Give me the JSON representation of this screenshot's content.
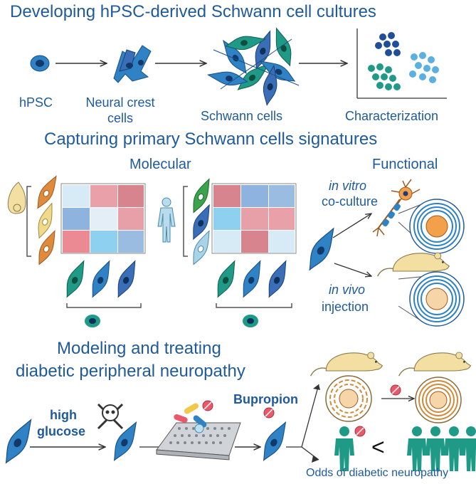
{
  "section1": {
    "title": "Developing hPSC-derived Schwann cell cultures",
    "steps": [
      "hPSC",
      "Neural crest",
      "cells",
      "Schwann cells",
      "Characterization"
    ]
  },
  "section2": {
    "title": "Capturing primary Schwann cells signatures",
    "molecular_label": "Molecular",
    "functional_label": "Functional",
    "in_vitro_label": "in vitro",
    "coculture_label": "co-culture",
    "in_vivo_label": "in vivo",
    "injection_label": "injection"
  },
  "section3": {
    "title_line1": "Modeling and treating",
    "title_line2": "diabetic peripheral neuropathy",
    "high_label": "high",
    "glucose_label": "glucose",
    "drug_label": "Bupropion",
    "comparison_symbol": "<",
    "odds_label": "Odds of diabetic neuropathy"
  },
  "colors": {
    "text_blue": "#1f5a9b",
    "cell_blue": "#2f82c4",
    "teal": "#1f9a86",
    "heat_red": "#e07c86",
    "heat_blue": "#8fb3df",
    "myelin_orange": "#f2a04a",
    "mouse_cream": "#f3dfa2"
  },
  "icons": [
    "cell-icon",
    "arrow-icon",
    "cluster-plot-icon",
    "heatmap-icon",
    "mouse-icon",
    "human-icon",
    "neuron-icon",
    "myelin-ring-icon",
    "skull-crossbones-icon",
    "pill-icon",
    "well-plate-icon",
    "person-icon"
  ]
}
